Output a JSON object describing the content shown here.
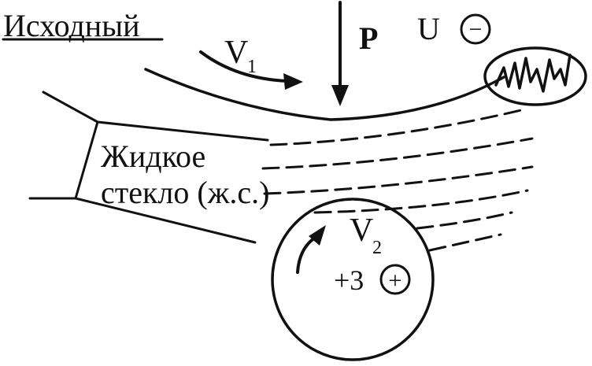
{
  "labels": {
    "initial": "Исходный",
    "velocity1": "V",
    "velocity1_sub": "1",
    "pressure": "P",
    "voltage": "U",
    "minus_sign": "−",
    "liquid_glass_line1": "Жидкое",
    "liquid_glass_line2": "стекло (ж.с.)",
    "velocity2": "V",
    "velocity2_sub": "2",
    "charge": "+3",
    "plus_sign": "+"
  },
  "colors": {
    "ink": "#111111",
    "background": "#ffffff"
  }
}
